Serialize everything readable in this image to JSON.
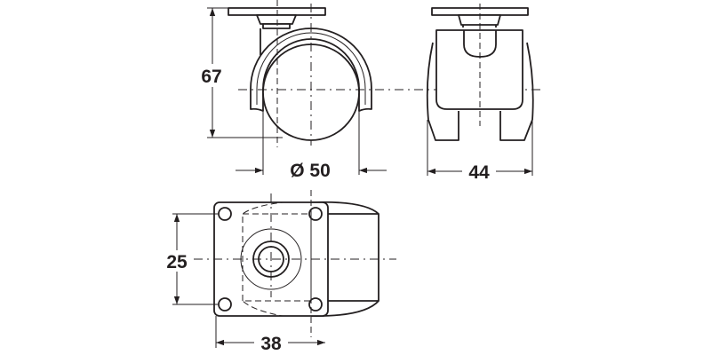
{
  "drawing": {
    "subject": "",
    "dimensions": {
      "height": "67",
      "wheel_diameter": "Ø 50",
      "width": "44",
      "plate_hole_spacing_vertical": "25",
      "plate_hole_spacing_horizontal": "38"
    },
    "line_color": "#231f20"
  }
}
